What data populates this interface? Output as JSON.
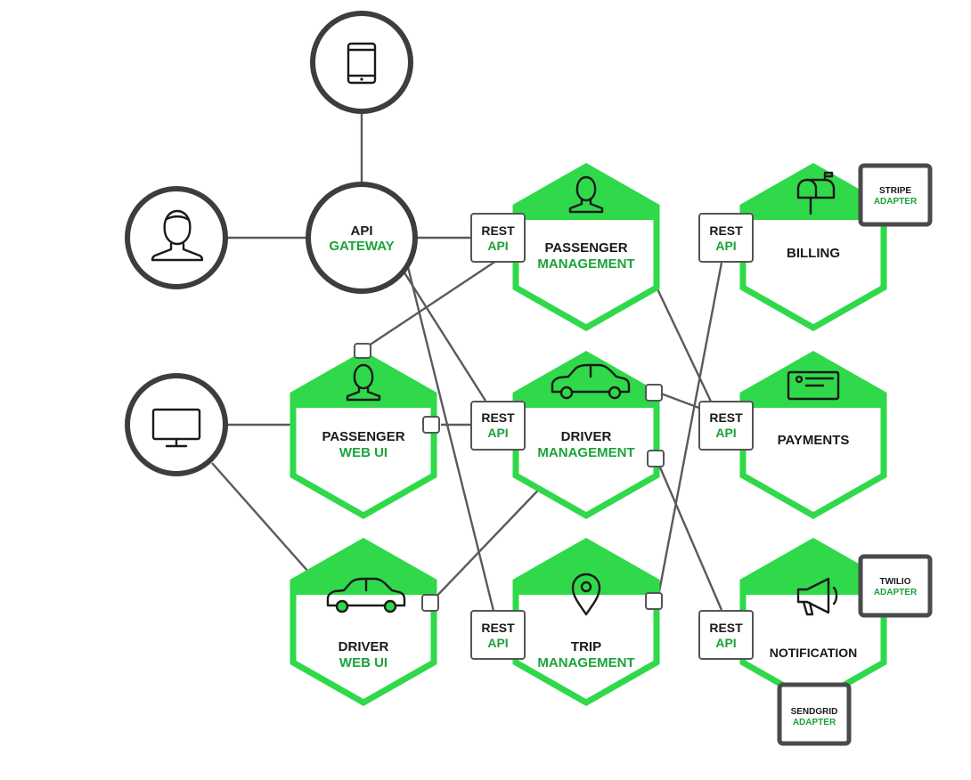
{
  "gateway": {
    "line1": "API",
    "line2": "GATEWAY"
  },
  "rest_api": {
    "line1": "REST",
    "line2": "API"
  },
  "services": {
    "passenger_management": {
      "line1": "PASSENGER",
      "line2": "MANAGEMENT"
    },
    "driver_management": {
      "line1": "DRIVER",
      "line2": "MANAGEMENT"
    },
    "trip_management": {
      "line1": "TRIP",
      "line2": "MANAGEMENT"
    },
    "passenger_web_ui": {
      "line1": "PASSENGER",
      "line2": "WEB UI"
    },
    "driver_web_ui": {
      "line1": "DRIVER",
      "line2": "WEB UI"
    },
    "billing": {
      "line1": "BILLING"
    },
    "payments": {
      "line1": "PAYMENTS"
    },
    "notification": {
      "line1": "NOTIFICATION"
    }
  },
  "adapters": {
    "stripe": {
      "line1": "STRIPE",
      "line2": "ADAPTER"
    },
    "twilio": {
      "line1": "TWILIO",
      "line2": "ADAPTER"
    },
    "sendgrid": {
      "line1": "SENDGRID",
      "line2": "ADAPTER"
    }
  },
  "icons": {
    "mobile": "mobile-phone-icon",
    "user": "user-icon",
    "desktop": "desktop-monitor-icon",
    "car": "car-icon",
    "location": "location-pin-icon",
    "mailbox": "mailbox-icon",
    "credit_card": "credit-card-icon",
    "megaphone": "megaphone-icon"
  },
  "colors": {
    "accent": "#2fd94a",
    "accent_text": "#1aa33a",
    "outline": "#3d3d3d",
    "text": "#1a1a1a"
  }
}
